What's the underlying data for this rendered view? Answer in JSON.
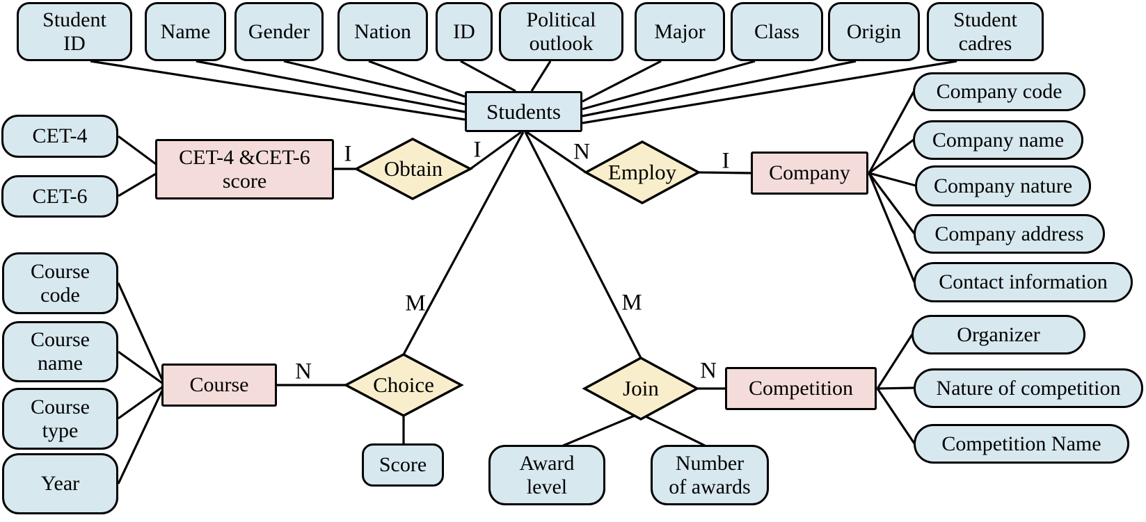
{
  "labels": {
    "students": "Students",
    "student_id": "Student\nID",
    "name": "Name",
    "gender": "Gender",
    "nation": "Nation",
    "id": "ID",
    "political_outlook": "Political\noutlook",
    "major": "Major",
    "class": "Class",
    "origin": "Origin",
    "student_cadres": "Student\ncadres",
    "cet4": "CET-4",
    "cet6": "CET-6",
    "cet_score": "CET-4 &CET-6\nscore",
    "obtain": "Obtain",
    "employ": "Employ",
    "company": "Company",
    "company_code": "Company code",
    "company_name": "Company name",
    "company_nature": "Company nature",
    "company_address": "Company address",
    "contact_information": "Contact information",
    "course": "Course",
    "course_code": "Course\ncode",
    "course_name": "Course\nname",
    "course_type": "Course\ntype",
    "year": "Year",
    "choice": "Choice",
    "score": "Score",
    "join": "Join",
    "award_level": "Award\nlevel",
    "number_of_awards": "Number\nof awards",
    "competition": "Competition",
    "organizer": "Organizer",
    "nature_of_competition": "Nature of competition",
    "competition_name": "Competition Name"
  },
  "cardinalities": {
    "obtain_left": "I",
    "obtain_right": "I",
    "employ_left": "N",
    "employ_right": "I",
    "choice_left": "N",
    "choice_top": "M",
    "join_top": "M",
    "join_right": "N"
  },
  "colors": {
    "attribute_fill": "#d7e8ef",
    "entity_fill": "#f3dcd9",
    "relationship_fill": "#f9eecb",
    "line_color": "#000000",
    "background": "#ffffff"
  },
  "er_model": {
    "entities": [
      {
        "name": "Students",
        "attributes": [
          "Student ID",
          "Name",
          "Gender",
          "Nation",
          "ID",
          "Political outlook",
          "Major",
          "Class",
          "Origin",
          "Student cadres"
        ]
      },
      {
        "name": "CET-4 &CET-6 score",
        "attributes": [
          "CET-4",
          "CET-6"
        ]
      },
      {
        "name": "Company",
        "attributes": [
          "Company code",
          "Company name",
          "Company nature",
          "Company address",
          "Contact information"
        ]
      },
      {
        "name": "Course",
        "attributes": [
          "Course code",
          "Course name",
          "Course type",
          "Year"
        ]
      },
      {
        "name": "Competition",
        "attributes": [
          "Organizer",
          "Nature of competition",
          "Competition Name"
        ]
      }
    ],
    "relationships": [
      {
        "name": "Obtain",
        "between": [
          "CET-4 &CET-6 score",
          "Students"
        ],
        "cardinality": "I:I",
        "attributes": []
      },
      {
        "name": "Employ",
        "between": [
          "Students",
          "Company"
        ],
        "cardinality": "N:I",
        "attributes": []
      },
      {
        "name": "Choice",
        "between": [
          "Course",
          "Students"
        ],
        "cardinality": "N:M",
        "attributes": [
          "Score"
        ]
      },
      {
        "name": "Join",
        "between": [
          "Students",
          "Competition"
        ],
        "cardinality": "M:N",
        "attributes": [
          "Award level",
          "Number of awards"
        ]
      }
    ]
  }
}
